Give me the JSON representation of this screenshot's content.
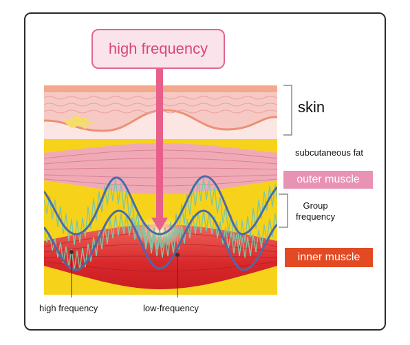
{
  "labels": {
    "top_callout": "high frequency",
    "skin": "skin",
    "subcutaneous_fat": "subcutaneous fat",
    "outer_muscle": "outer muscle",
    "group_frequency": "Group\nfrequency",
    "inner_muscle": "inner muscle",
    "bottom_left": "high frequency",
    "bottom_middle": "low-frequency"
  },
  "colors": {
    "skin_pink": "#f6c9c5",
    "fat_yellow": "#f7d21b",
    "outer_muscle_pink": "#efaab6",
    "inner_muscle_red": "#d8282b",
    "arrow_pink": "#e8608a",
    "wave_blue": "#4b6aa8",
    "wave_green": "#7fc6a4"
  }
}
